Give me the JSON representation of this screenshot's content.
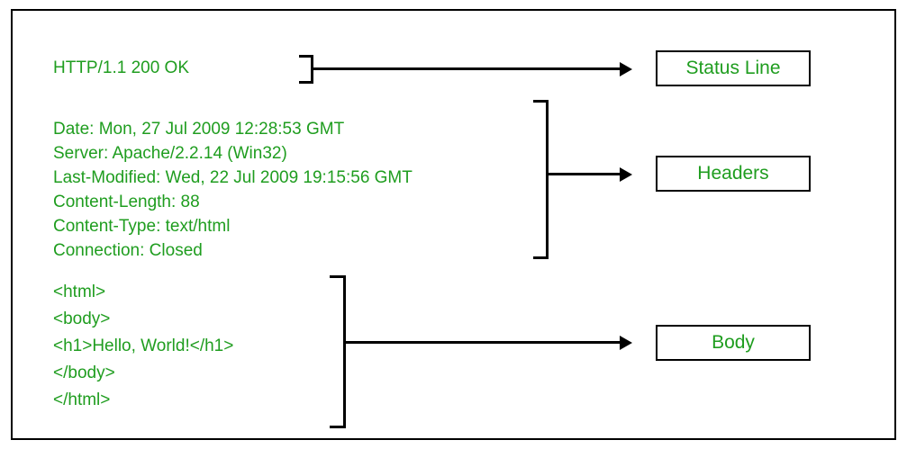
{
  "colors": {
    "text_green": "#1f9d1f",
    "line_black": "#000000",
    "background": "#ffffff"
  },
  "status_section": {
    "text": "HTTP/1.1 200 OK",
    "label": "Status Line"
  },
  "headers_section": {
    "lines": [
      "Date: Mon, 27 Jul 2009 12:28:53 GMT",
      "Server: Apache/2.2.14 (Win32)",
      "Last-Modified: Wed, 22 Jul 2009 19:15:56 GMT",
      "Content-Length: 88",
      "Content-Type: text/html",
      "Connection: Closed"
    ],
    "label": "Headers"
  },
  "body_section": {
    "lines": [
      "<html>",
      "<body>",
      "<h1>Hello, World!</h1>",
      "</body>",
      "</html>"
    ],
    "label": "Body"
  }
}
